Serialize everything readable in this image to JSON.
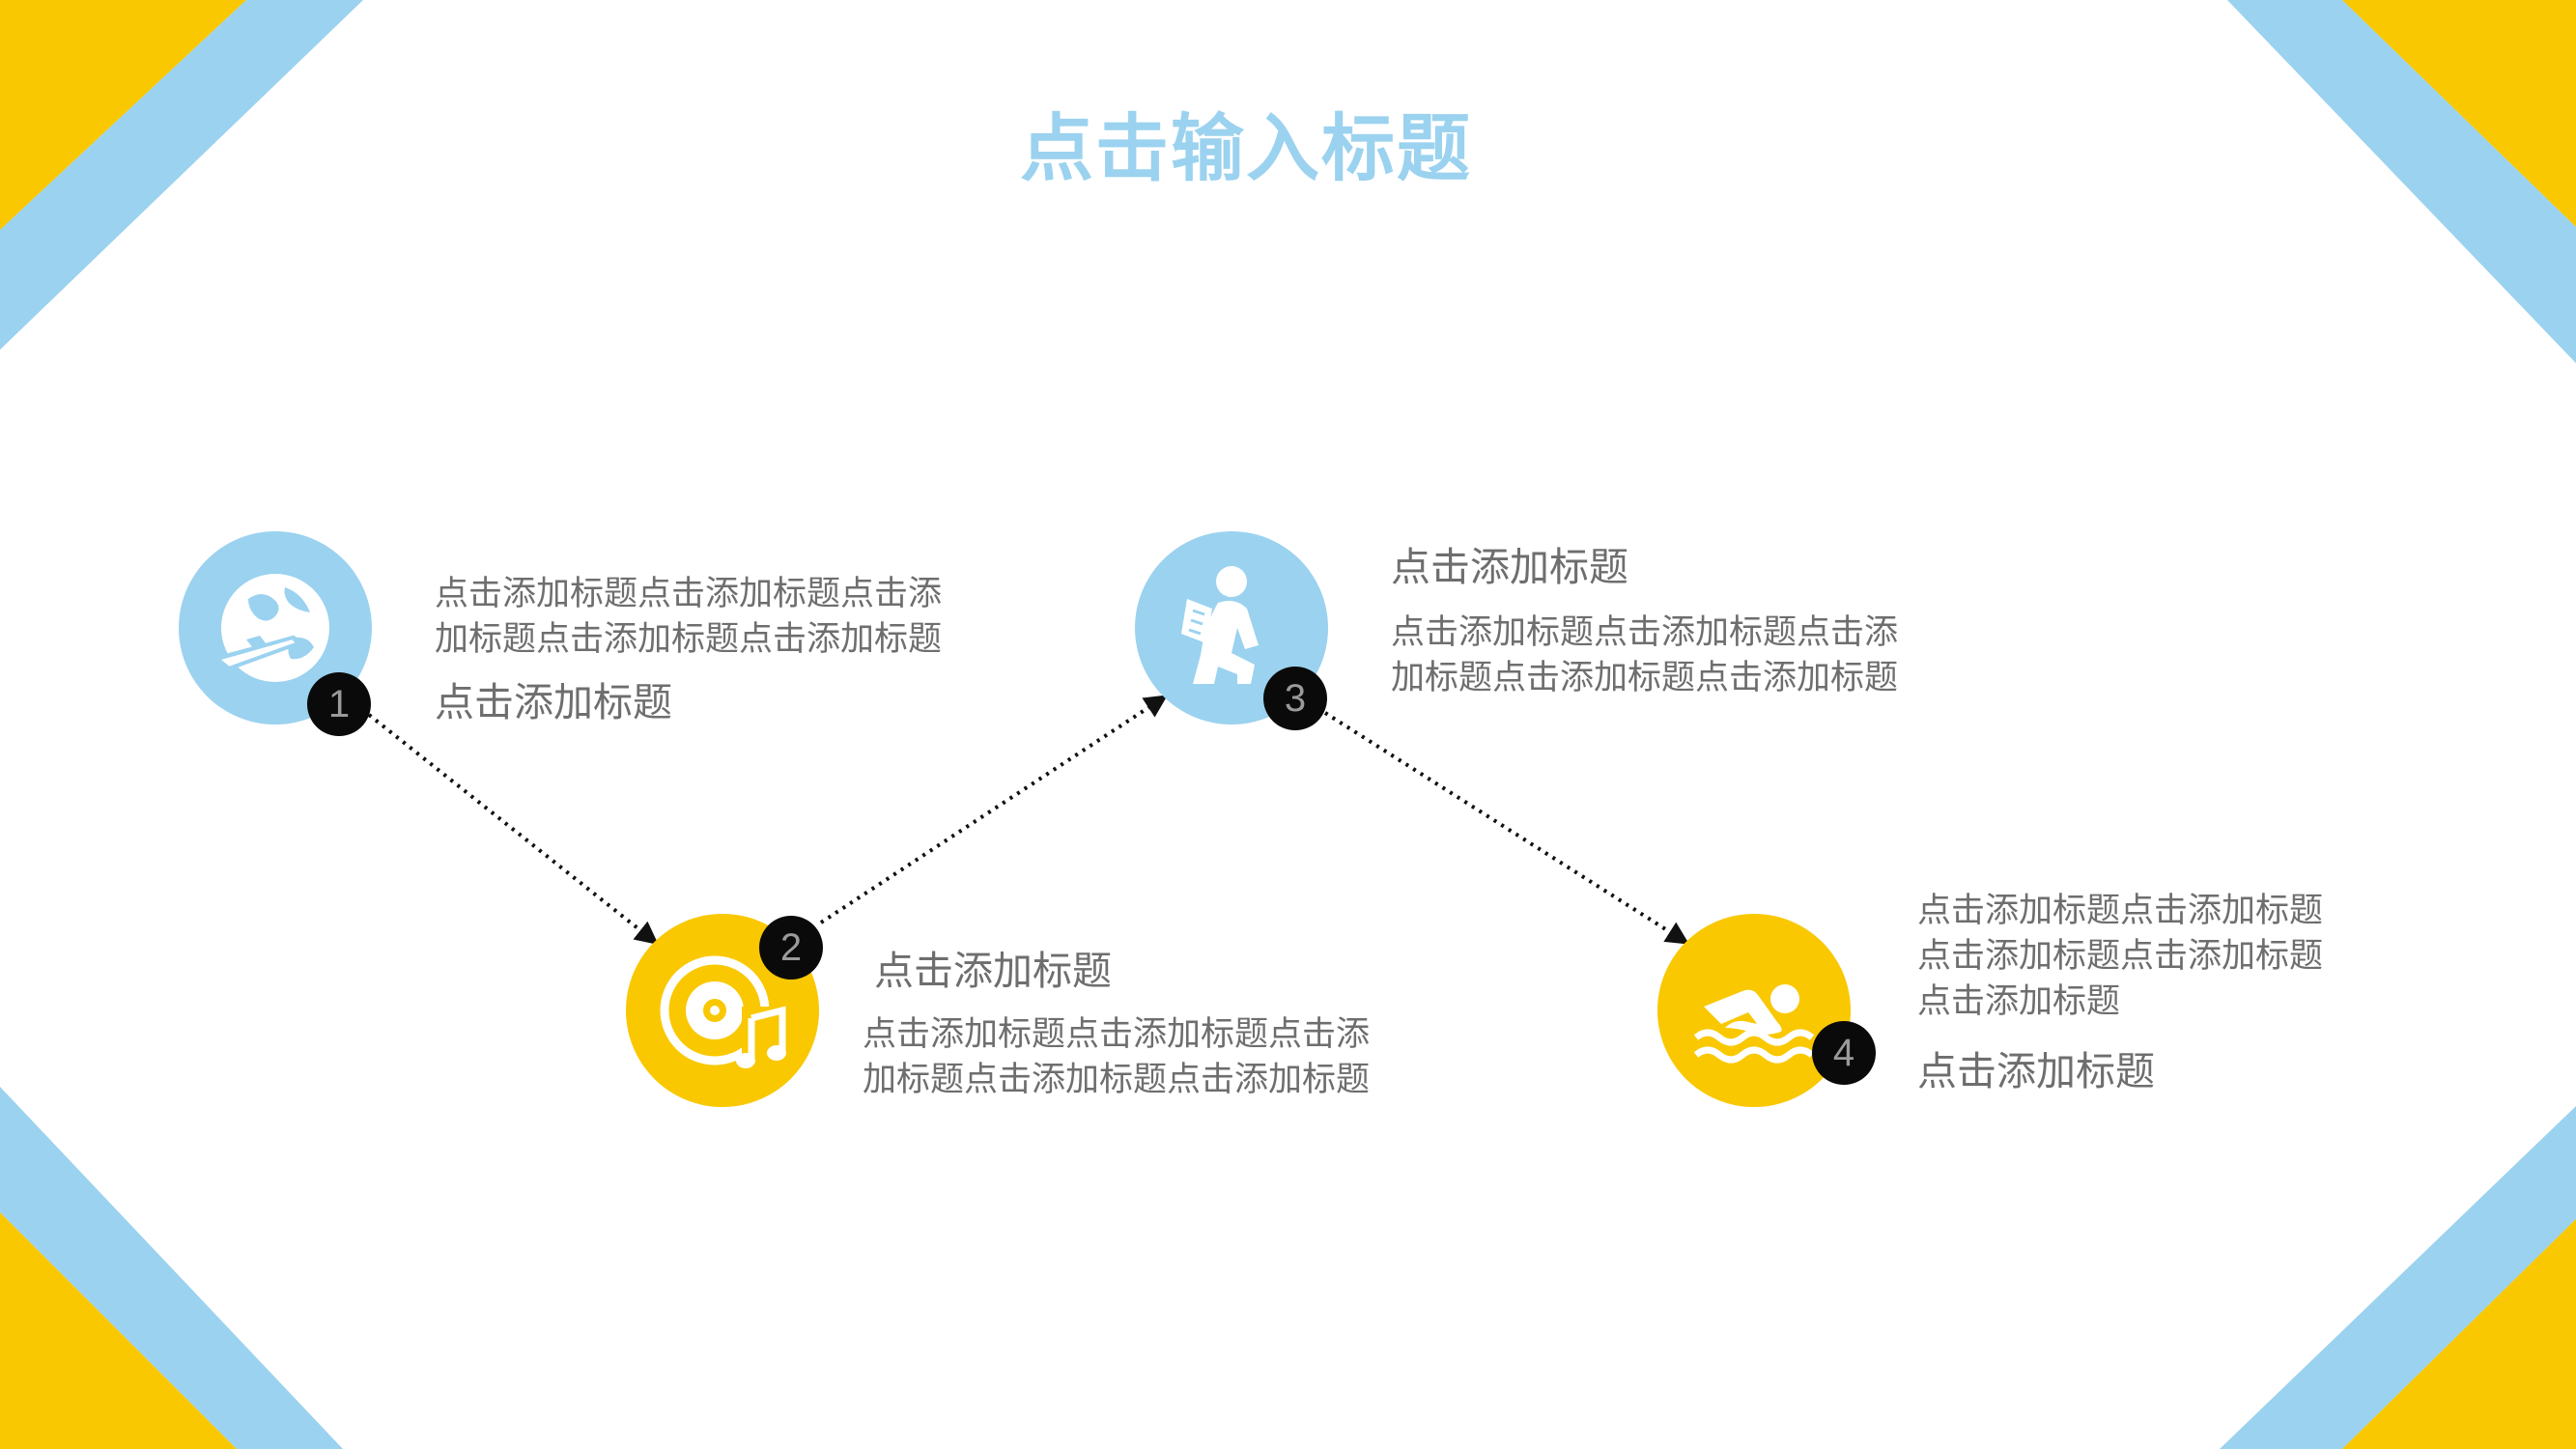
{
  "title": "点击输入标题",
  "colors": {
    "yellow": "#f9c800",
    "blue": "#9bd2ef",
    "text": "#6e6e6e",
    "badge": "#0a0a0a"
  },
  "steps": [
    {
      "number": "1",
      "icon": "globe-plane-icon",
      "circle_color": "blue",
      "heading": "点击添加标题",
      "body_lines": [
        "点击添加标题点击添加标题点击添",
        "加标题点击添加标题点击添加标题"
      ]
    },
    {
      "number": "2",
      "icon": "music-disc-icon",
      "circle_color": "yellow",
      "heading": "点击添加标题",
      "body_lines": [
        "点击添加标题点击添加标题点击添",
        "加标题点击添加标题点击添加标题"
      ]
    },
    {
      "number": "3",
      "icon": "reading-person-icon",
      "circle_color": "blue",
      "heading": "点击添加标题",
      "body_lines": [
        "点击添加标题点击添加标题点击添",
        "加标题点击添加标题点击添加标题"
      ]
    },
    {
      "number": "4",
      "icon": "swimmer-icon",
      "circle_color": "yellow",
      "heading": "点击添加标题",
      "body_lines": [
        "点击添加标题点击添加标题",
        "点击添加标题点击添加标题",
        "点击添加标题"
      ]
    }
  ]
}
